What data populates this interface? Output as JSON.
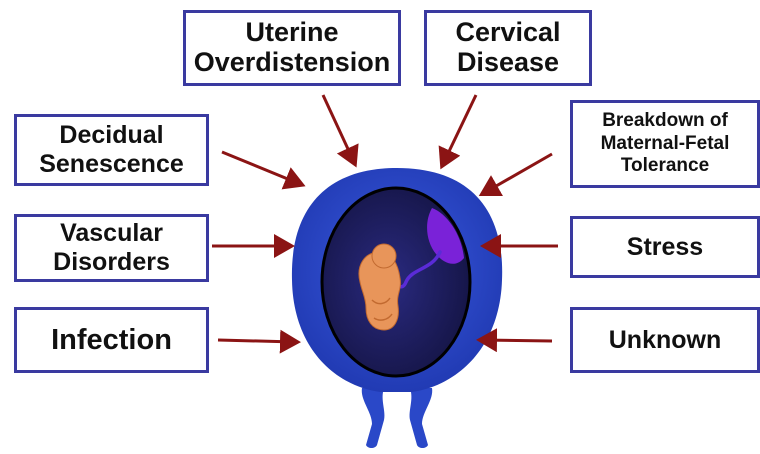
{
  "colors": {
    "box_border": "#3a3aa0",
    "arrow": "#8b1414",
    "uterus_outer": "#2a48c8",
    "uterus_cavity": "#1a1a5a",
    "placenta": "#7a22d8",
    "fetus": "#e8955a"
  },
  "factors": [
    {
      "id": "uterine-overdistension",
      "label": "Uterine\nOverdistension"
    },
    {
      "id": "cervical-disease",
      "label": "Cervical\nDisease"
    },
    {
      "id": "decidual-senescence",
      "label": "Decidual\nSenescence"
    },
    {
      "id": "breakdown-tolerance",
      "label": "Breakdown of\nMaternal-Fetal\nTolerance"
    },
    {
      "id": "vascular-disorders",
      "label": "Vascular\nDisorders"
    },
    {
      "id": "stress",
      "label": "Stress"
    },
    {
      "id": "infection",
      "label": "Infection"
    },
    {
      "id": "unknown",
      "label": "Unknown"
    }
  ]
}
